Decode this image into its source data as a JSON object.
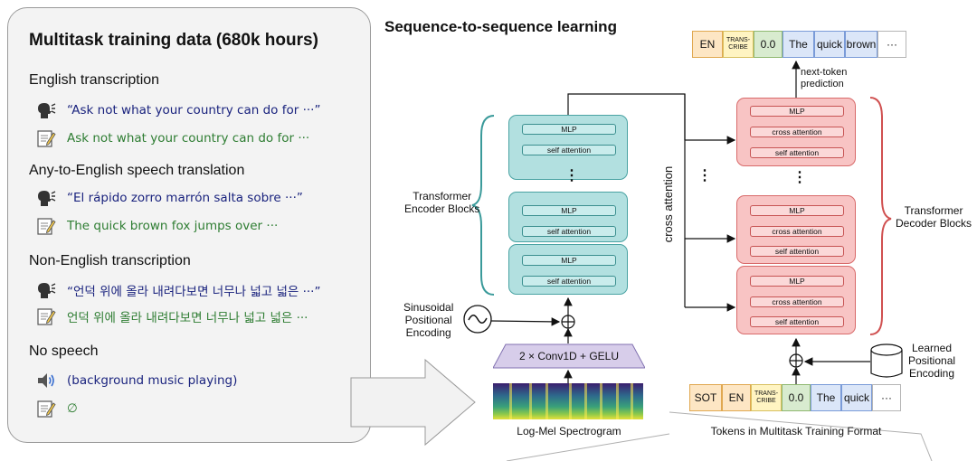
{
  "left_panel": {
    "title": "Multitask training data (680k hours)",
    "sections": [
      {
        "title": "English transcription",
        "audio_text": "“Ask not what your country can do for ···”",
        "transcript_text": "Ask not what your country can do for ···"
      },
      {
        "title": "Any-to-English speech translation",
        "audio_text": "“El rápido zorro marrón salta sobre ···”",
        "transcript_text": "The quick brown fox jumps over ···"
      },
      {
        "title": "Non-English transcription",
        "audio_text": "“언덕 위에 올라 내려다보면 너무나 넓고 넓은 ···”",
        "transcript_text": "언덕 위에 올라 내려다보면 너무나 넓고 넓은 ···"
      },
      {
        "title": "No speech",
        "audio_text": "(background music playing)",
        "transcript_text": "∅"
      }
    ]
  },
  "diagram": {
    "title": "Sequence-to-sequence learning",
    "output_tokens": [
      "EN",
      "TRANS-\nCRIBE",
      "0.0",
      "The",
      "quick",
      "brown",
      "···"
    ],
    "input_tokens": [
      "SOT",
      "EN",
      "TRANS-\nCRIBE",
      "0.0",
      "The",
      "quick",
      "···"
    ],
    "next_token_label": "next-token\nprediction",
    "encoder_label": "Transformer\nEncoder Blocks",
    "decoder_label": "Transformer\nDecoder Blocks",
    "cross_attention_label": "cross attention",
    "sinusoidal_label": "Sinusoidal\nPositional\nEncoding",
    "learned_label": "Learned\nPositional\nEncoding",
    "conv_label": "2 × Conv1D + GELU",
    "spectrogram_label": "Log-Mel Spectrogram",
    "tokens_label": "Tokens in Multitask Training Format",
    "mlp_label": "MLP",
    "self_attention_label": "self attention",
    "cross_attention_sub_label": "cross attention",
    "vertical_ellipsis": "⋮",
    "colors": {
      "encoder_fill": "#b2e0e0",
      "decoder_fill": "#f8c4c4",
      "encoder_brace": "#3a9a9a",
      "decoder_brace": "#d05050",
      "conv_fill": "#d7cdea"
    }
  }
}
